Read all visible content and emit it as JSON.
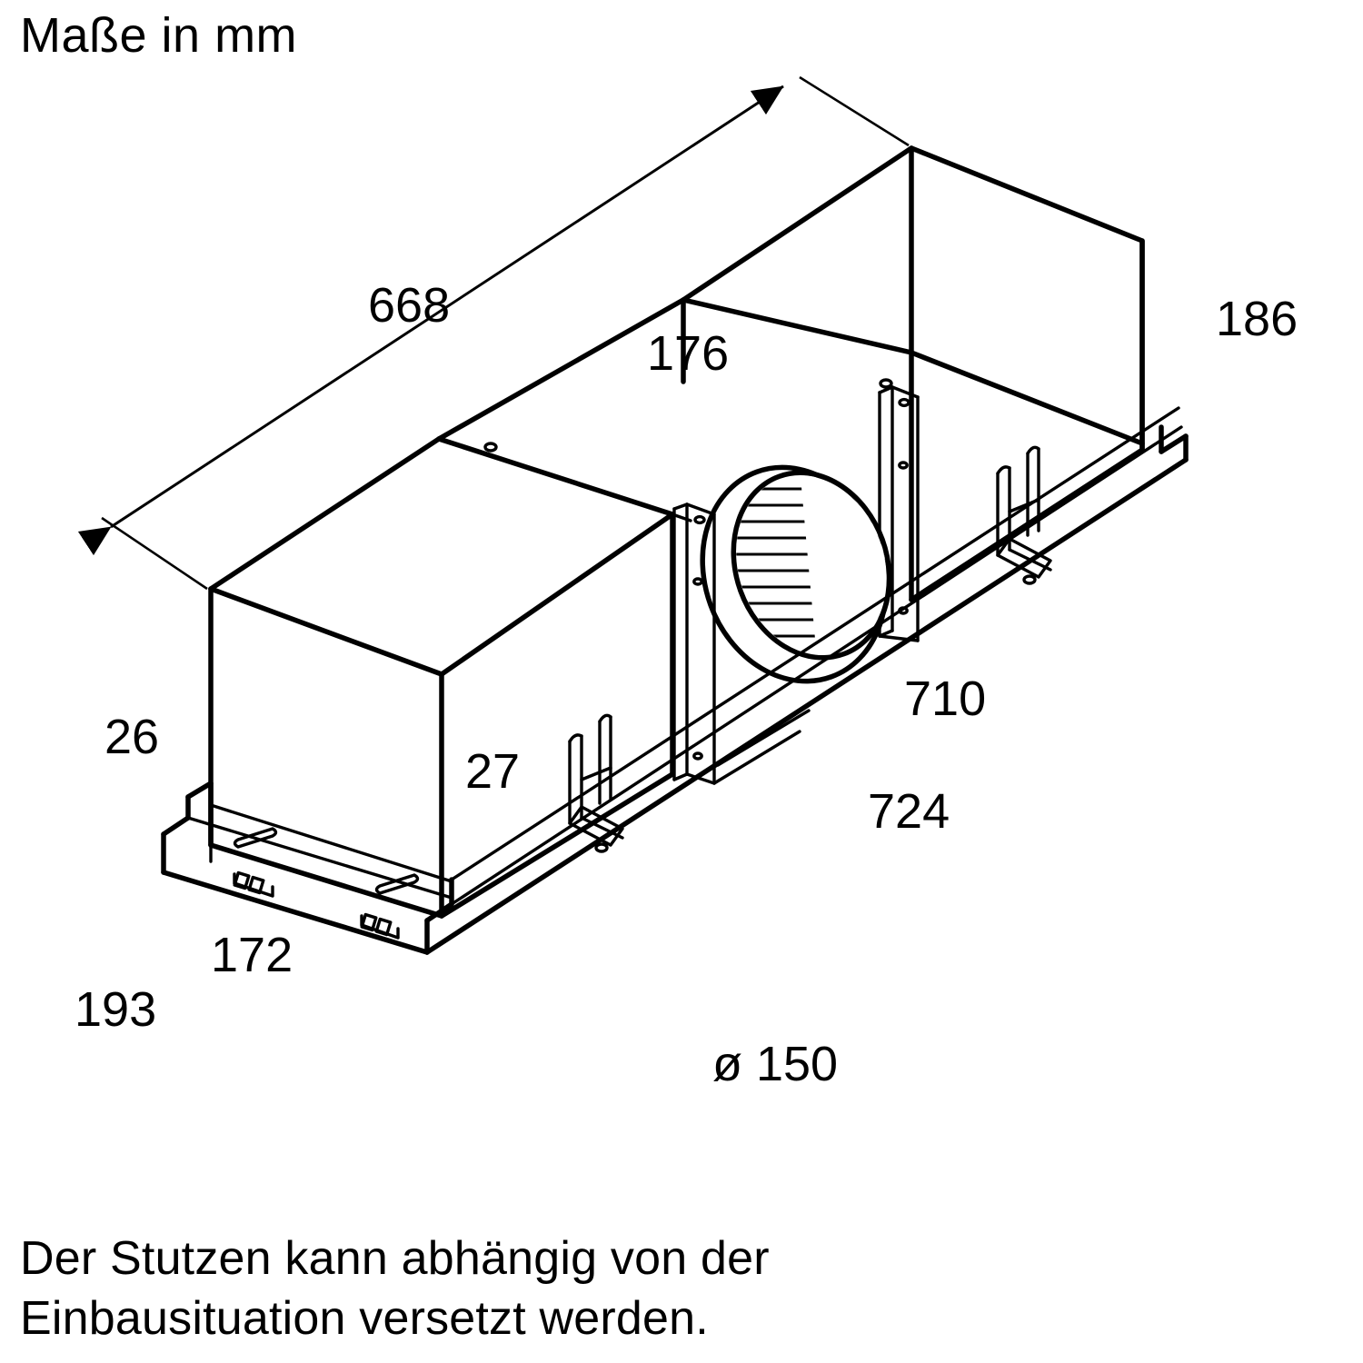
{
  "title": {
    "text": "Maße in mm"
  },
  "caption": {
    "line1": "Der Stutzen kann abhängig von der",
    "line2": "Einbausituation versetzt werden."
  },
  "drawing": {
    "kind": "isometric-technical-dimension-drawing",
    "subject": "built-in extractor hood body with round duct outlet",
    "units": "mm",
    "stroke_color": "#000000",
    "background_color": "#ffffff"
  },
  "chart_data": {
    "type": "table",
    "title": "Maße in mm",
    "columns": [
      "Maß",
      "Wert"
    ],
    "rows": [
      [
        "668",
        668
      ],
      [
        "176",
        176
      ],
      [
        "186",
        186
      ],
      [
        "710",
        710
      ],
      [
        "724",
        724
      ],
      [
        "26",
        26
      ],
      [
        "27",
        27
      ],
      [
        "172",
        172
      ],
      [
        "193",
        193
      ],
      [
        "ø 150",
        150
      ]
    ],
    "xlabel": "",
    "ylabel": "",
    "annotations": [
      "Der Stutzen kann abhängig von der Einbausituation versetzt werden."
    ]
  },
  "dimensions": {
    "d668": {
      "label": "668"
    },
    "d176": {
      "label": "176"
    },
    "d186": {
      "label": "186"
    },
    "d710": {
      "label": "710"
    },
    "d724": {
      "label": "724"
    },
    "d26": {
      "label": "26"
    },
    "d27": {
      "label": "27"
    },
    "d172": {
      "label": "172"
    },
    "d193": {
      "label": "193"
    },
    "d150": {
      "label": "ø 150"
    }
  }
}
